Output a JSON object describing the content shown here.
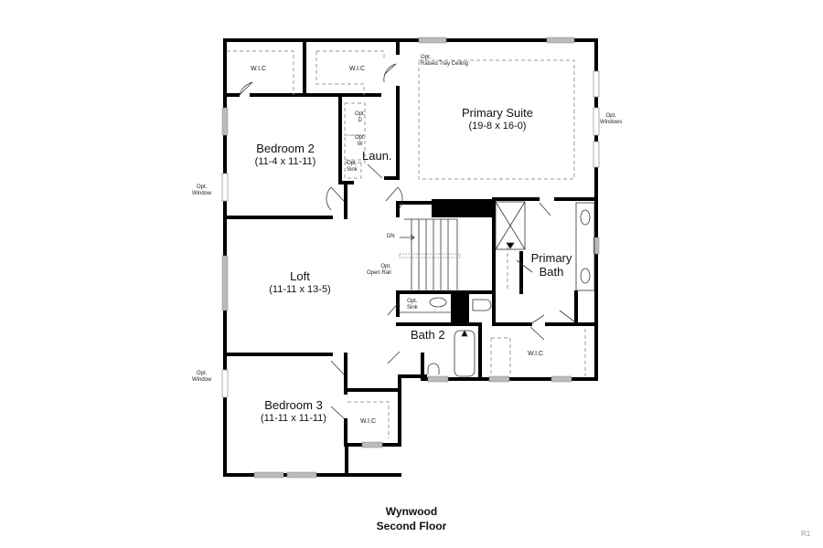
{
  "plan": {
    "name": "Wynwood",
    "floor": "Second Floor",
    "revision": "R1"
  },
  "rooms": {
    "primary_suite": {
      "name": "Primary Suite",
      "dims": "(19-8 x 16-0)"
    },
    "bedroom2": {
      "name": "Bedroom 2",
      "dims": "(11-4 x 11-11)"
    },
    "bedroom3": {
      "name": "Bedroom 3",
      "dims": "(11-11 x 11-11)"
    },
    "loft": {
      "name": "Loft",
      "dims": "(11-11 x 13-5)"
    },
    "laundry": {
      "name": "Laun."
    },
    "primary_bath": {
      "name": "Primary Bath"
    },
    "bath2": {
      "name": "Bath 2"
    }
  },
  "labels": {
    "wic": "W.I.C",
    "opt": "Opt.",
    "raised_tray": "Raised Tray Ceiling",
    "windows": "Windows",
    "window": "Window",
    "open_rail": "Open Rail",
    "dryer": "D",
    "washer": "W",
    "sink": "Sink",
    "dn": "DN"
  }
}
